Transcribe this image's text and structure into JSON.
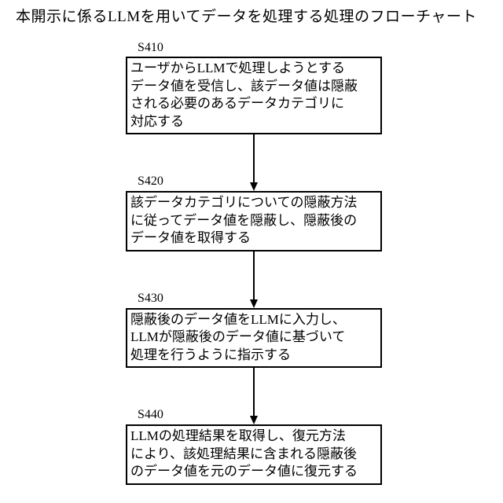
{
  "title": "本開示に係るLLMを用いてデータを処理する処理のフローチャート",
  "colors": {
    "line": "#000000",
    "background": "#ffffff"
  },
  "flowchart": {
    "steps": [
      {
        "label": "S410",
        "lines": [
          "ユーザからLLMで処理しようとする",
          "データ値を受信し、該データ値は隠蔽",
          "される必要のあるデータカテゴリに",
          "対応する"
        ]
      },
      {
        "label": "S420",
        "lines": [
          "該データカテゴリについての隠蔽方法",
          "に従ってデータ値を隠蔽し、隠蔽後の",
          "データ値を取得する"
        ]
      },
      {
        "label": "S430",
        "lines": [
          "隠蔽後のデータ値をLLMに入力し、",
          "LLMが隠蔽後のデータ値に基づいて",
          "処理を行うように指示する"
        ]
      },
      {
        "label": "S440",
        "lines": [
          "LLMの処理結果を取得し、復元方法",
          "により、該処理結果に含まれる隠蔽後",
          "のデータ値を元のデータ値に復元する"
        ]
      }
    ]
  }
}
